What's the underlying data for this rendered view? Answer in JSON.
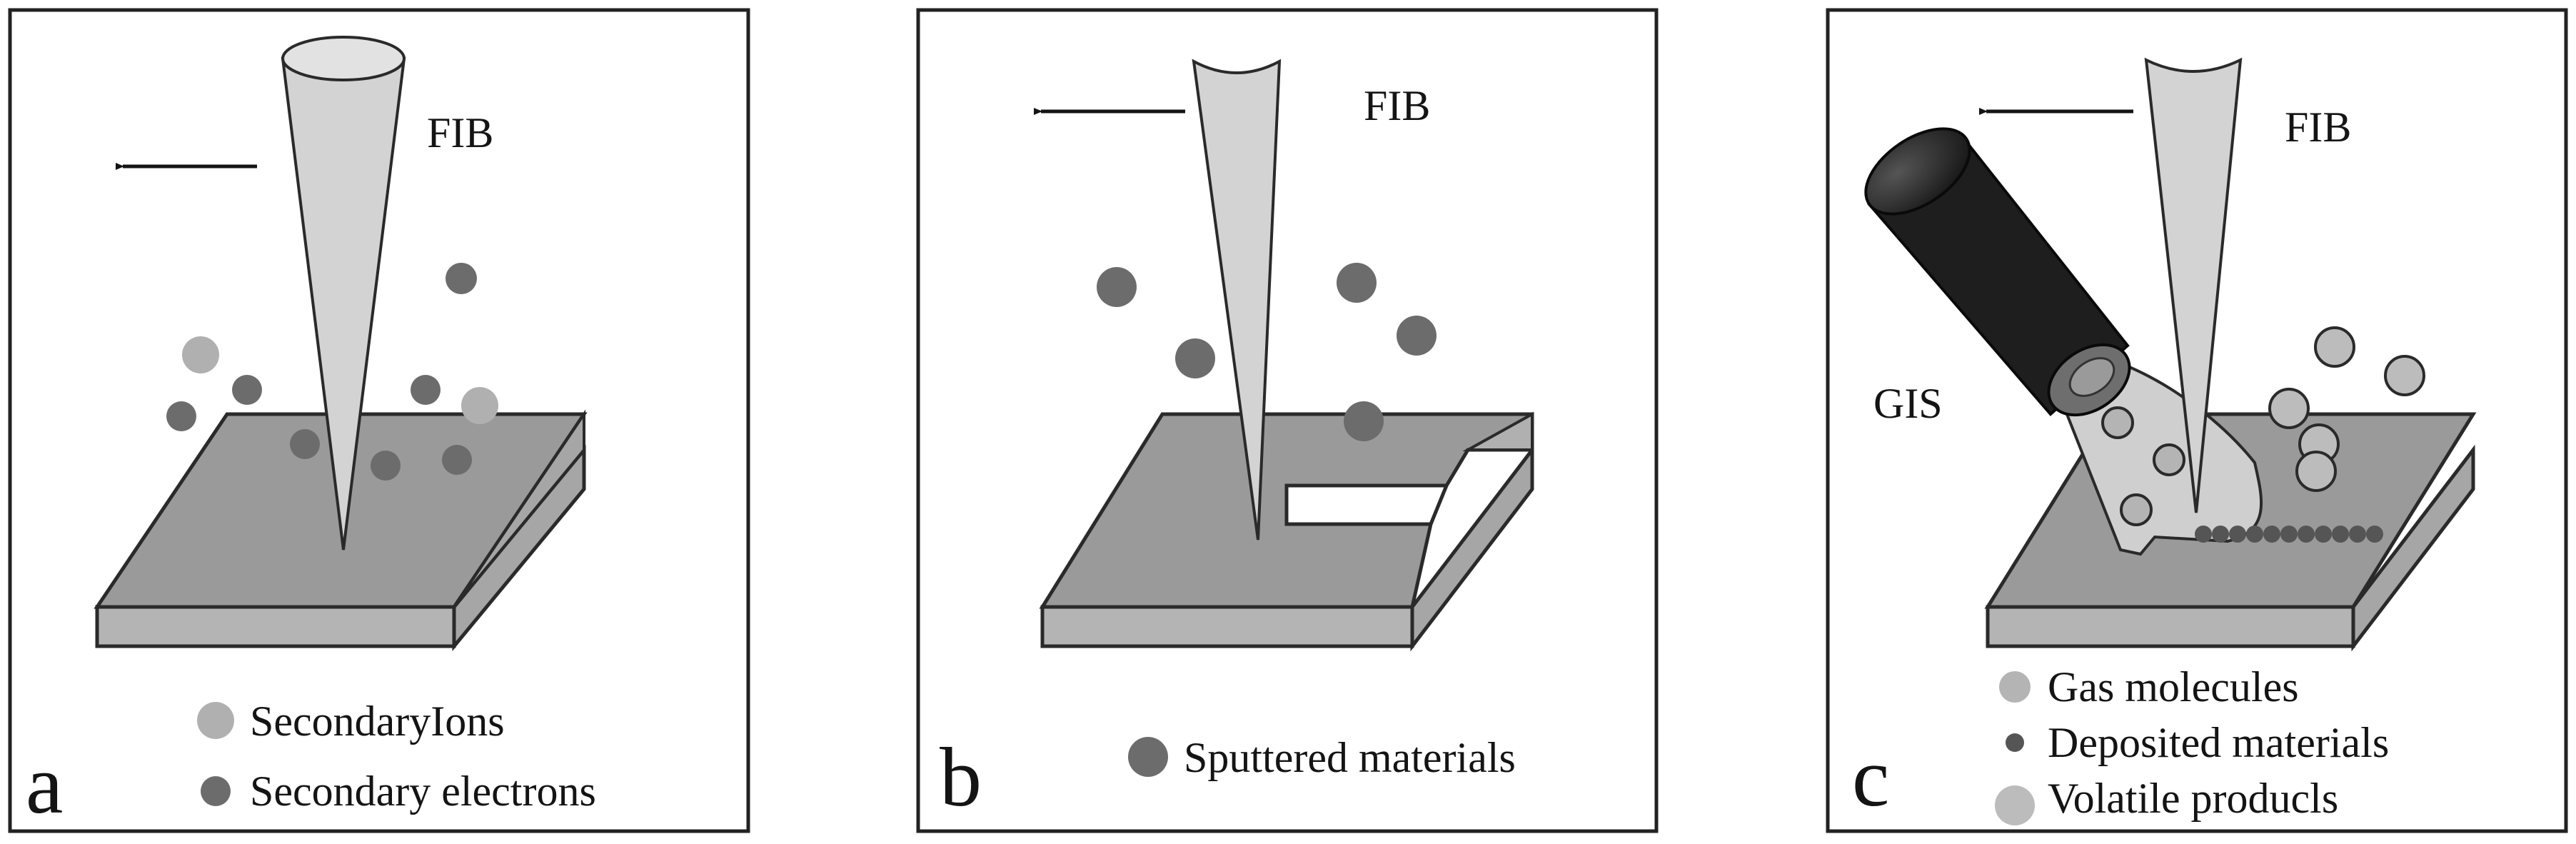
{
  "colors": {
    "beam": "#d3d3d3",
    "substrate": "#9a9a9a",
    "substrate_edge": "#b4b4b4",
    "outline": "#2a2a2a",
    "secondary_ions": "#b0b0b0",
    "secondary_electrons": "#6c6c6c",
    "sputtered": "#6c6c6c",
    "gas_molecules": "#b4b4b4",
    "deposited": "#555555",
    "volatile": "#bcbcbc",
    "nozzle": "#1e1e1e"
  },
  "panels": [
    {
      "letter": "a",
      "beam_label": "FIB",
      "legend": [
        "SecondaryIons",
        "Secondary electrons"
      ]
    },
    {
      "letter": "b",
      "beam_label": "FIB",
      "legend": [
        "Sputtered materials"
      ]
    },
    {
      "letter": "c",
      "beam_label": "FIB",
      "gis_label": "GIS",
      "legend": [
        "Gas molecules",
        "Deposited materials",
        "Volatile producls"
      ]
    }
  ]
}
